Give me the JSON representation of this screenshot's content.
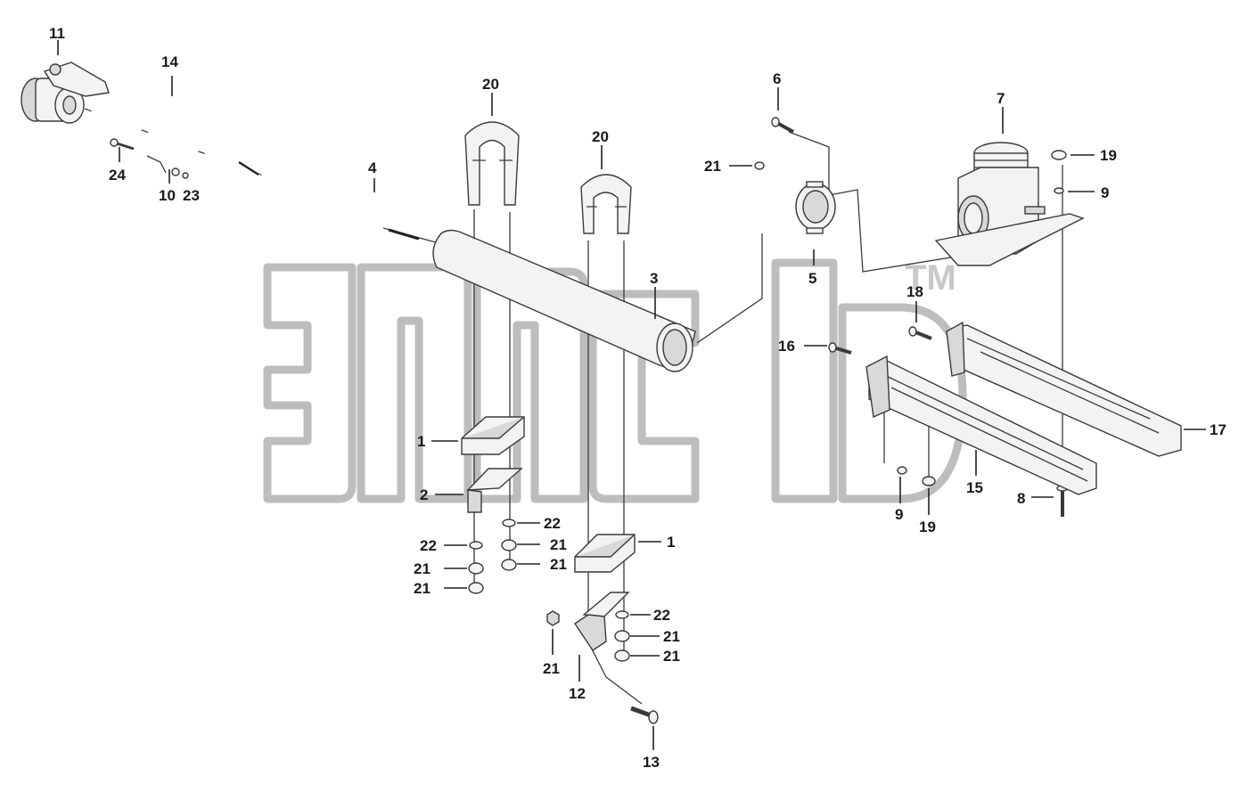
{
  "watermark": {
    "tm": "TM"
  },
  "callouts": [
    {
      "id": "c11",
      "text": "11"
    },
    {
      "id": "c14",
      "text": "14"
    },
    {
      "id": "c24",
      "text": "24"
    },
    {
      "id": "c10",
      "text": "10"
    },
    {
      "id": "c23",
      "text": "23"
    },
    {
      "id": "c4",
      "text": "4"
    },
    {
      "id": "c20a",
      "text": "20"
    },
    {
      "id": "c20b",
      "text": "20"
    },
    {
      "id": "c3",
      "text": "3"
    },
    {
      "id": "c6",
      "text": "6"
    },
    {
      "id": "c21a",
      "text": "21"
    },
    {
      "id": "c5",
      "text": "5"
    },
    {
      "id": "c7",
      "text": "7"
    },
    {
      "id": "c19a",
      "text": "19"
    },
    {
      "id": "c9a",
      "text": "9"
    },
    {
      "id": "c18",
      "text": "18"
    },
    {
      "id": "c16",
      "text": "16"
    },
    {
      "id": "c17",
      "text": "17"
    },
    {
      "id": "c15",
      "text": "15"
    },
    {
      "id": "c8",
      "text": "8"
    },
    {
      "id": "c9b",
      "text": "9"
    },
    {
      "id": "c19b",
      "text": "19"
    },
    {
      "id": "c1a",
      "text": "1"
    },
    {
      "id": "c2",
      "text": "2"
    },
    {
      "id": "c22a",
      "text": "22"
    },
    {
      "id": "c22b",
      "text": "22"
    },
    {
      "id": "c21b",
      "text": "21"
    },
    {
      "id": "c21c",
      "text": "21"
    },
    {
      "id": "c21d",
      "text": "21"
    },
    {
      "id": "c21e",
      "text": "21"
    },
    {
      "id": "c1b",
      "text": "1"
    },
    {
      "id": "c22c",
      "text": "22"
    },
    {
      "id": "c21f",
      "text": "21"
    },
    {
      "id": "c21g",
      "text": "21"
    },
    {
      "id": "c21h",
      "text": "21"
    },
    {
      "id": "c12",
      "text": "12"
    },
    {
      "id": "c13",
      "text": "13"
    }
  ]
}
